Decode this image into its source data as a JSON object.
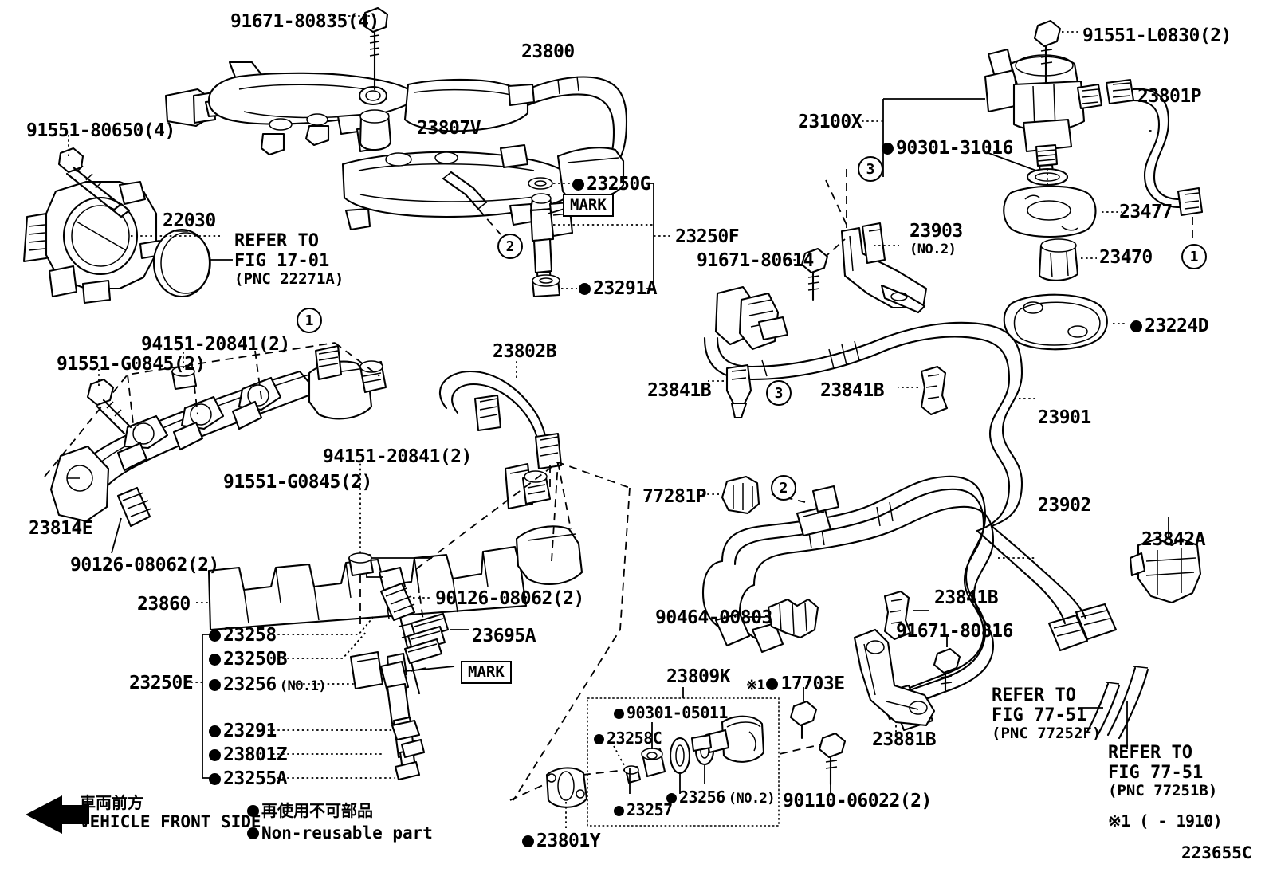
{
  "diagram": {
    "code": "223655C",
    "footnote": "※1 (      - 1910)",
    "mark_label": "MARK"
  },
  "legend": {
    "front_arrow_jp": "車両前方",
    "front_arrow_en": "VEHICLE FRONT SIDE",
    "nonreuse_jp": "再使用不可部品",
    "nonreuse_en": "Non-reusable part"
  },
  "refer_notes": [
    {
      "line1": "REFER TO",
      "line2": "FIG 17-01",
      "line3": "(PNC 22271A)"
    },
    {
      "line1": "REFER TO",
      "line2": "FIG 77-51",
      "line3": "(PNC 77252F)"
    },
    {
      "line1": "REFER TO",
      "line2": "FIG 77-51",
      "line3": "(PNC 77251B)"
    }
  ],
  "callouts": [
    {
      "n": "1"
    },
    {
      "n": "2"
    },
    {
      "n": "3"
    },
    {
      "n": "1"
    },
    {
      "n": "2"
    },
    {
      "n": "3"
    }
  ],
  "parts": {
    "p_91671_80835": "91671-80835(4)",
    "p_23800": "23800",
    "p_23807V": "23807V",
    "p_91551_80650": "91551-80650(4)",
    "p_22030": "22030",
    "p_23250G": "23250G",
    "p_23250F": "23250F",
    "p_23291A": "23291A",
    "p_91551_L0830": "91551-L0830(2)",
    "p_23801P": "23801P",
    "p_23100X": "23100X",
    "p_90301_31016": "90301-31016",
    "p_23477": "23477",
    "p_23470": "23470",
    "p_23903": "23903",
    "p_23903_sub": "(NO.2)",
    "p_91671_80614": "91671-80614",
    "p_23224D": "23224D",
    "p_94151_20841_a": "94151-20841(2)",
    "p_91551_G0845_a": "91551-G0845(2)",
    "p_23802B": "23802B",
    "p_23814E": "23814E",
    "p_90126_08062_a": "90126-08062(2)",
    "p_94151_20841_b": "94151-20841(2)",
    "p_91551_G0845_b": "91551-G0845(2)",
    "p_23860": "23860",
    "p_90126_08062_b": "90126-08062(2)",
    "p_23695A": "23695A",
    "p_23250E": "23250E",
    "p_23258": "23258",
    "p_23250B": "23250B",
    "p_23256_no1": "23256",
    "p_23256_no1_sub": "(NO.1)",
    "p_23291": "23291",
    "p_23801Z": "23801Z",
    "p_23255A": "23255A",
    "p_23841B_1": "23841B",
    "p_23841B_2": "23841B",
    "p_23841B_3": "23841B",
    "p_23841B_4": "23841B",
    "p_23901": "23901",
    "p_23902": "23902",
    "p_77281P": "77281P",
    "p_23842A": "23842A",
    "p_90464_00803": "90464-00803",
    "p_91671_80816": "91671-80816",
    "p_23881B": "23881B",
    "p_23809K": "23809K",
    "p_17703E": "17703E",
    "p_17703E_mark": "※1",
    "p_90301_05011": "90301-05011",
    "p_23258C": "23258C",
    "p_23256_no2": "23256",
    "p_23256_no2_sub": "(NO.2)",
    "p_23257": "23257",
    "p_23801Y": "23801Y",
    "p_90110_06022": "90110-06022(2)"
  }
}
